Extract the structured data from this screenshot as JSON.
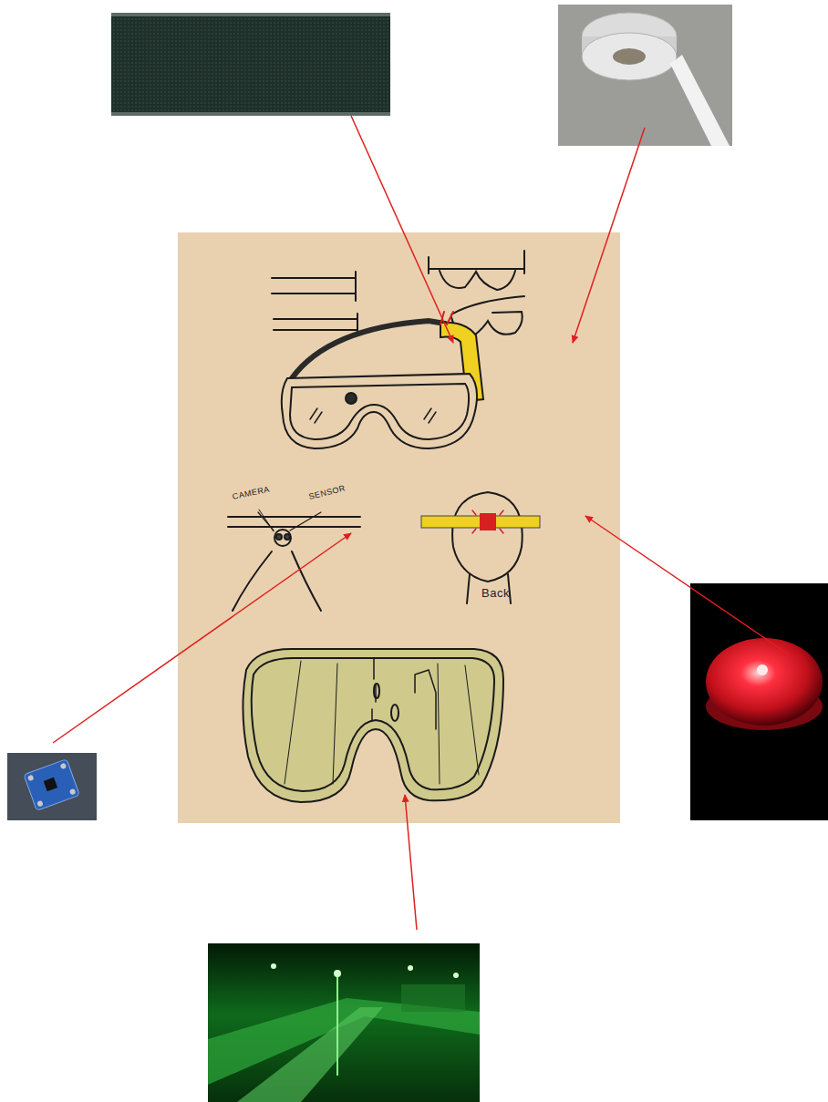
{
  "diagram": {
    "labels": [
      "CAMERA",
      "SENSOR",
      "Back"
    ]
  }
}
